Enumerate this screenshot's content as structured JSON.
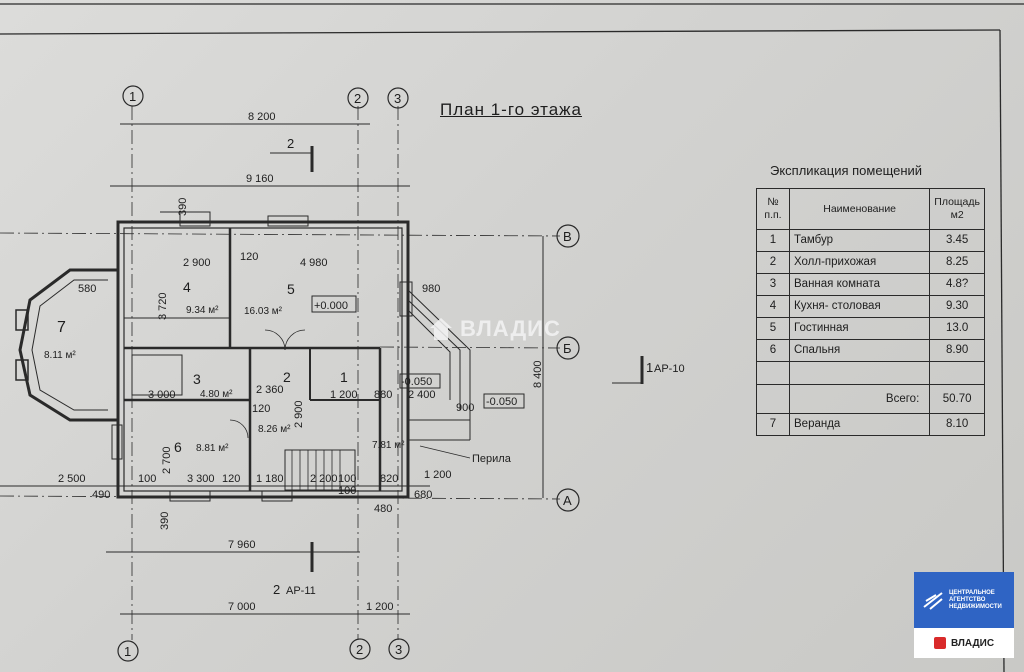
{
  "title": "План 1-го этажа",
  "axes": {
    "a1": "1",
    "a2": "2",
    "a3": "3",
    "aB": "В",
    "aBb": "Б",
    "aA": "А"
  },
  "dims": {
    "d8200": "8 200",
    "d9160": "9 160",
    "d4980": "4 980",
    "d2900": "2 900",
    "d120a": "120",
    "d580": "580",
    "d980": "980",
    "d3720": "3 720",
    "d2360": "2 360",
    "d3000": "3 000",
    "d1200": "1 200",
    "d2400": "2 400",
    "d880": "880",
    "d900": "900",
    "d120b": "120",
    "d2900v": "2 900",
    "d2700": "2 700",
    "d3300": "3 300",
    "d1180": "1 180",
    "d2200": "2 200",
    "d100a": "100",
    "d100b": "100",
    "d100c": "100",
    "d120c": "120",
    "d820": "820",
    "d1200b": "1 200",
    "d680": "680",
    "d480": "480",
    "d2500": "2 500",
    "d490": "490",
    "d390": "390",
    "d7960": "7 960",
    "d7000": "7 000",
    "d1200c": "1 200",
    "d8400": "8 400",
    "d390top": "390"
  },
  "rooms": {
    "r4": "4",
    "r4area": "9.34 м²",
    "r5": "5",
    "r5area": "16.03 м²",
    "r7": "7",
    "r7area": "8.11 м²",
    "r3": "3",
    "r3area": "4.80 м²",
    "r2": "2",
    "r2area": "8.26 м²",
    "r6": "6",
    "r6area": "8.81 м²",
    "r1": "1",
    "r1area": "7.81 м²"
  },
  "levels": {
    "zero": "+0.000",
    "m050a": "-0.050",
    "m050b": "-0.050"
  },
  "sections": {
    "s2top": "2",
    "s2bot": "2",
    "s2botref": "АР-11",
    "s1": "1",
    "s1ref": "АР-10"
  },
  "railing": "Перила",
  "table": {
    "title": "Экспликация помещений",
    "h_num": "№ п.п.",
    "h_name": "Наименование",
    "h_area": "Площадь м2",
    "rows": [
      {
        "n": "1",
        "name": "Тамбур",
        "area": "3.45"
      },
      {
        "n": "2",
        "name": "Холл-прихожая",
        "area": "8.25"
      },
      {
        "n": "3",
        "name": "Ванная комната",
        "area": "4.8?"
      },
      {
        "n": "4",
        "name": "Кухня- столовая",
        "area": "9.30"
      },
      {
        "n": "5",
        "name": "Гостинная",
        "area": "13.0"
      },
      {
        "n": "6",
        "name": "Спальня",
        "area": "8.90"
      }
    ],
    "total_label": "Всего:",
    "total_value": "50.70",
    "extra": {
      "n": "7",
      "name": "Веранда",
      "area": "8.10"
    }
  },
  "watermark": "ВЛАДИС",
  "badge": {
    "line1": "ЦЕНТРАЛЬНОЕ",
    "line2": "АГЕНТСТВО",
    "line3": "НЕДВИЖИМОСТИ",
    "brand": "ВЛАДИС"
  },
  "colors": {
    "paper": "#d4d4d2",
    "ink": "#1e1e1e",
    "badge_blue": "#2f64c4",
    "badge_red": "#d92a2a"
  }
}
